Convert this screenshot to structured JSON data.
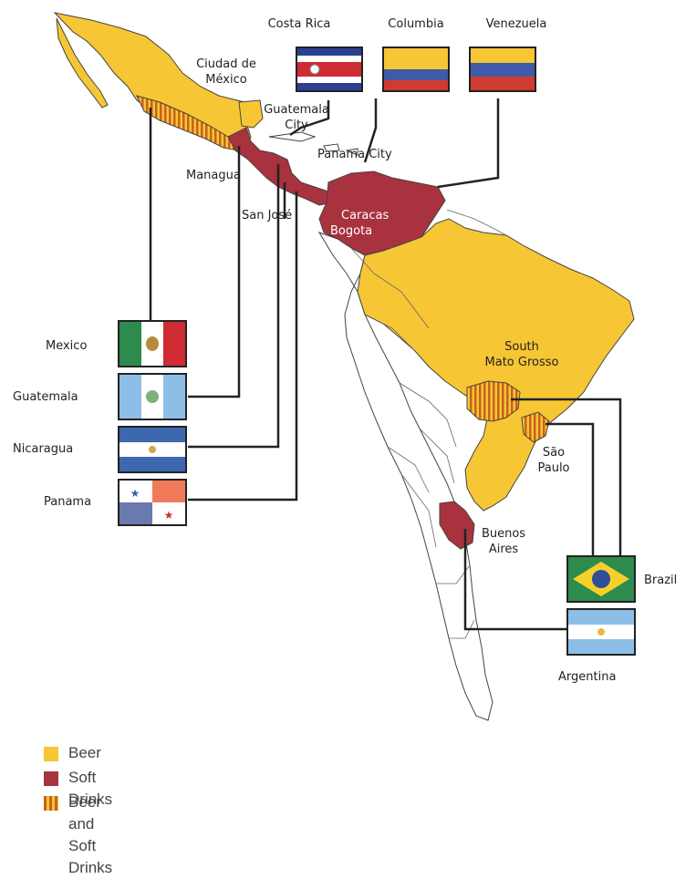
{
  "colors": {
    "beer": "#F6C634",
    "soft_drinks": "#A8323E",
    "both_stripe": "#E08A1E",
    "land": "#FFFFFF",
    "outline": "#444444",
    "connector": "#222222"
  },
  "country_labels": {
    "costa_rica": "Costa Rica",
    "columbia": "Columbia",
    "venezuela": "Venezuela",
    "mexico": "Mexico",
    "guatemala": "Guatemala",
    "nicaragua": "Nicaragua",
    "panama": "Panama",
    "brazil": "Brazil",
    "argentina": "Argentina"
  },
  "city_labels": {
    "ciudad_de_mexico_1": "Ciudad de",
    "ciudad_de_mexico_2": "México",
    "guatemala_city_1": "Guatemala",
    "guatemala_city_2": "City",
    "panama_city": "Panama City",
    "managua": "Managua",
    "san_jose": "San José",
    "caracas": "Caracas",
    "bogota": "Bogota",
    "south_mato_grosso_1": "South",
    "south_mato_grosso_2": "Mato Grosso",
    "sao_paulo_1": "São",
    "sao_paulo_2": "Paulo",
    "buenos_aires_1": "Buenos",
    "buenos_aires_2": "Aires"
  },
  "legend": [
    {
      "label": "Beer",
      "key": "beer"
    },
    {
      "label": "Soft Drinks",
      "key": "soft_drinks"
    },
    {
      "label": "Beer and Soft Drinks",
      "key": "both"
    }
  ],
  "flags": {
    "costa_rica": "costa-rica-flag",
    "columbia": "colombia-flag",
    "venezuela": "venezuela-flag",
    "mexico": "mexico-flag",
    "guatemala": "guatemala-flag",
    "nicaragua": "nicaragua-flag",
    "panama": "panama-flag",
    "brazil": "brazil-flag",
    "argentina": "argentina-flag"
  }
}
